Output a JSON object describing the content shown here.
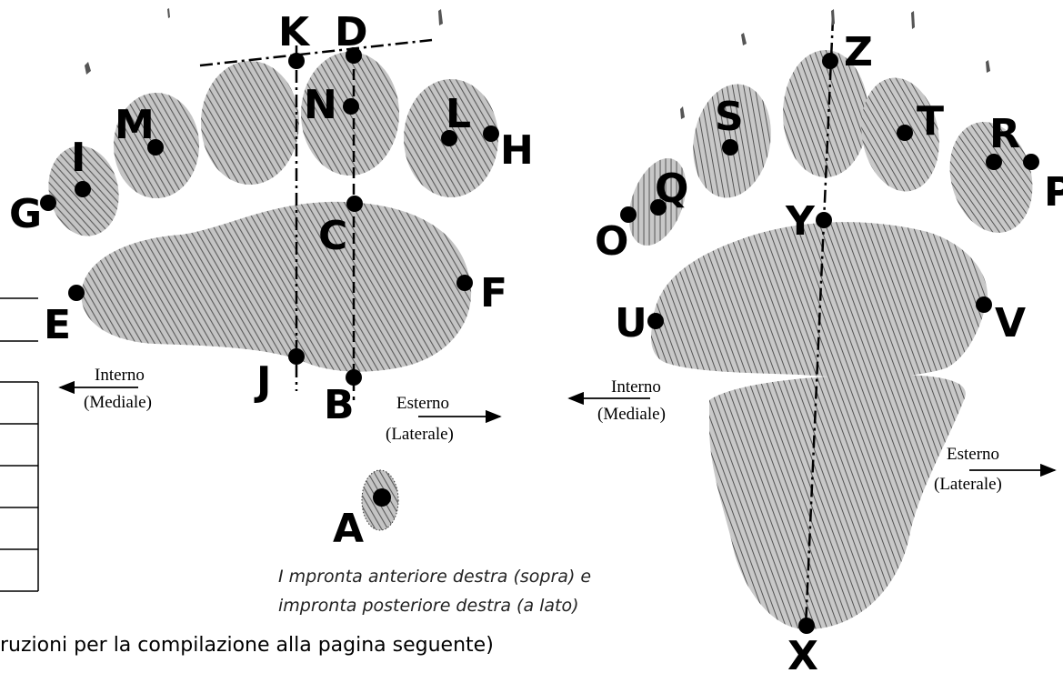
{
  "points_front": [
    "K",
    "D",
    "N",
    "M",
    "L",
    "H",
    "I",
    "G",
    "C",
    "F",
    "E",
    "J",
    "B",
    "A"
  ],
  "points_rear": [
    "Z",
    "S",
    "T",
    "R",
    "P",
    "Q",
    "O",
    "Y",
    "U",
    "V",
    "X"
  ],
  "front_directions": {
    "internal": "Interno",
    "internal_sub": "(Mediale)",
    "external": "Esterno",
    "external_sub": "(Laterale)"
  },
  "rear_directions": {
    "internal": "Interno",
    "internal_sub": "(Mediale)",
    "external": "Esterno",
    "external_sub": "(Laterale)"
  },
  "caption": {
    "line1": "I mpronta anteriore destra (sopra) e",
    "line2": "impronta posteriore destra (a lato)"
  },
  "footer": {
    "text": "ruzioni per la compilazione alla pagina seguente)"
  },
  "colors": {
    "pad_fill": "#a9a9a9",
    "ink": "#000000"
  }
}
